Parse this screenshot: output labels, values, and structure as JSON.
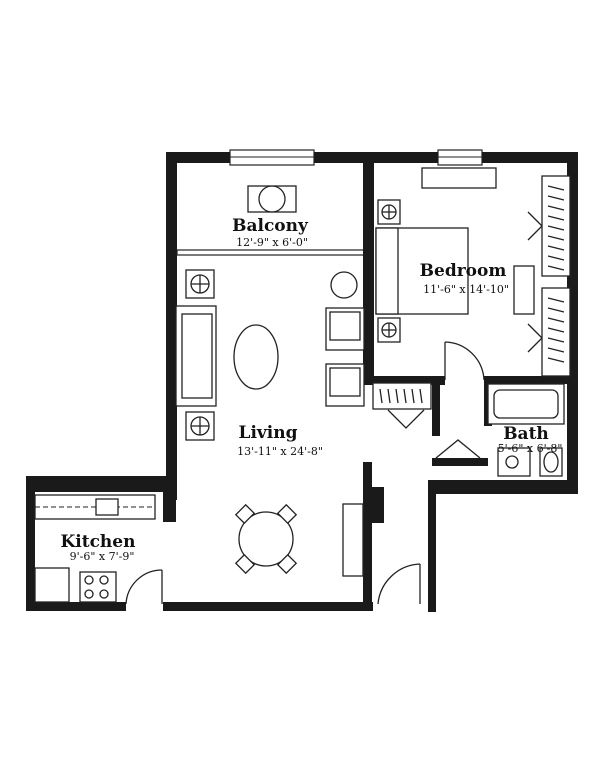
{
  "floorplan": {
    "rooms": [
      {
        "id": "balcony",
        "name": "Balcony",
        "dims": "12'-9\" x 6'-0\""
      },
      {
        "id": "bedroom",
        "name": "Bedroom",
        "dims": "11'-6\" x 14'-10\""
      },
      {
        "id": "living",
        "name": "Living",
        "dims": "13'-11\" x 24'-8\""
      },
      {
        "id": "bath",
        "name": "Bath",
        "dims": "5'-6\" x 6'-8\""
      },
      {
        "id": "kitchen",
        "name": "Kitchen",
        "dims": "9'-6\" x 7'-9\""
      }
    ]
  }
}
